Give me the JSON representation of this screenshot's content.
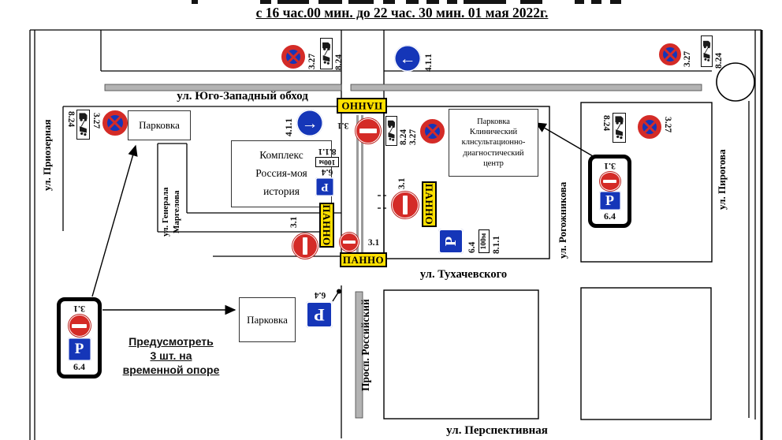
{
  "title": {
    "text": "с 16 час.00 мин. до 22 час. 30 мин. 01 мая 2022г."
  },
  "streets": {
    "yugo_zapadny": "ул. Юго-Западный обход",
    "priozernaya": "ул. Приозерная",
    "generala_margelova": [
      "ул. Генерала",
      "Маргелова"
    ],
    "tukhachevskogo": "ул. Тухачевского",
    "rogozhnikova": "ул. Рогожникова",
    "pirogova": "ул. Пирогова",
    "prosp_rossiysky": "Просп. Российский",
    "perspektivnaya": "ул. Перспективная"
  },
  "boxes": {
    "parking_top_left": "Парковка",
    "parking_bottom": "Парковка",
    "complex": [
      "Комплекс",
      "Россия-моя",
      "история"
    ],
    "clinic": [
      "Парковка",
      "Клинический",
      "клнсультационно-",
      "диагностический",
      "центр"
    ]
  },
  "note": [
    "Предусмотреть",
    "3 шт. на",
    "временной опоре"
  ],
  "panno": "ПАННО",
  "signs": {
    "no_stopping": "3.27",
    "tow_away": "8.24",
    "one_way": "4.1.1",
    "no_entry": "3.1",
    "parking": "6.4",
    "parking_letter": "P",
    "distance": "100м",
    "extent": "8.1.1"
  },
  "icons": {
    "arrow_left": "←",
    "arrow_right": "→"
  },
  "colors": {
    "sign_blue": "#1536b8",
    "sign_red": "#d42b27",
    "panno_yellow": "#ffe000",
    "road_gray": "#b3b3b3"
  }
}
